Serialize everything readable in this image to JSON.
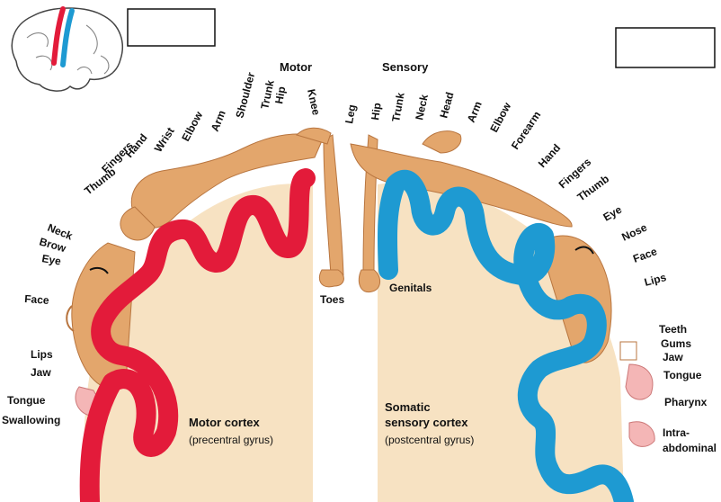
{
  "colors": {
    "motor": "#e31b3a",
    "sensory": "#1e9ad2",
    "tissue": "#f7e2c2",
    "skin": "#e3a66c",
    "skin_dark": "#b8753f",
    "mouth": "#f4b6b6",
    "ink": "#111111"
  },
  "headers": {
    "motor": "Motor",
    "sensory": "Sensory"
  },
  "motor_labels": {
    "toes": "Toes",
    "knee": "Knee",
    "hip": "Hip",
    "trunk": "Trunk",
    "shoulder": "Shoulder",
    "arm": "Arm",
    "elbow": "Elbow",
    "wrist": "Wrist",
    "hand": "Hand",
    "fingers": "Fingers",
    "thumb": "Thumb",
    "neck": "Neck",
    "brow": "Brow",
    "eye": "Eye",
    "face": "Face",
    "lips": "Lips",
    "jaw": "Jaw",
    "tongue": "Tongue",
    "swallowing": "Swallowing"
  },
  "sensory_labels": {
    "genitals": "Genitals",
    "leg": "Leg",
    "hip": "Hip",
    "trunk": "Trunk",
    "neck": "Neck",
    "head": "Head",
    "arm": "Arm",
    "elbow": "Elbow",
    "forearm": "Forearm",
    "hand": "Hand",
    "fingers": "Fingers",
    "thumb": "Thumb",
    "eye": "Eye",
    "nose": "Nose",
    "face": "Face",
    "lips": "Lips",
    "teeth": "Teeth",
    "gums": "Gums",
    "jaw": "Jaw",
    "tongue": "Tongue",
    "pharynx": "Pharynx",
    "intra1": "Intra-",
    "intra2": "abdominal"
  },
  "cortex_labels": {
    "motor_title": "Motor cortex",
    "motor_sub": "(precentral gyrus)",
    "sensory_title1": "Somatic",
    "sensory_title2": "sensory cortex",
    "sensory_sub": "(postcentral gyrus)"
  },
  "answer_boxes": [
    "",
    ""
  ]
}
